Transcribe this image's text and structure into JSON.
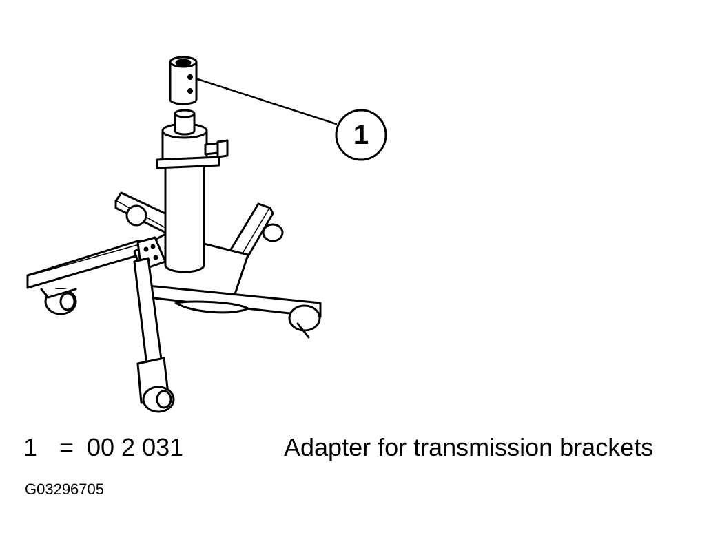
{
  "callout": {
    "number": "1"
  },
  "legend": {
    "item_number": "1",
    "equals": "=",
    "part_number": "00 2 031",
    "description": "Adapter for transmission brackets"
  },
  "figure_id": "G03296705"
}
